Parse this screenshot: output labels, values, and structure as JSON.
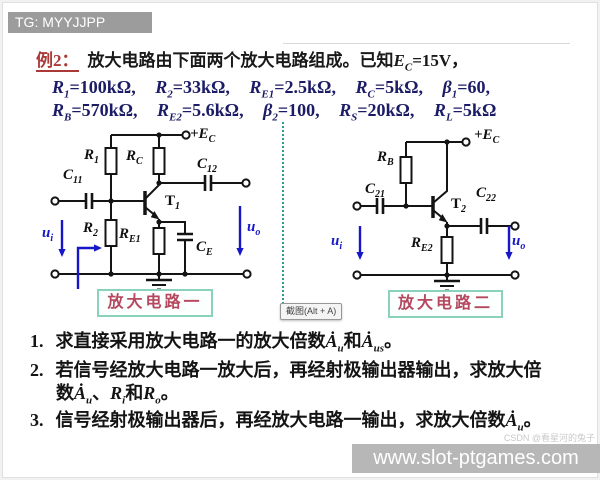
{
  "header": {
    "badge": "TG: MYYJJPP"
  },
  "title": {
    "label": "例2：",
    "text": "放大电路由下面两个放大电路组成。已知",
    "sym": "E",
    "sym_sub": "C",
    "value": "=15V，"
  },
  "params": {
    "line1": [
      {
        "sym": "R",
        "sub": "1",
        "val": "=100kΩ,"
      },
      {
        "sym": "R",
        "sub": "2",
        "val": "=33kΩ,"
      },
      {
        "sym": "R",
        "sub": "E1",
        "val": "=2.5kΩ,"
      },
      {
        "sym": "R",
        "sub": "C",
        "val": "=5kΩ,"
      },
      {
        "sym": "β",
        "sub": "1",
        "val": "=60,"
      }
    ],
    "line2": [
      {
        "sym": "R",
        "sub": "B",
        "val": "=570kΩ,"
      },
      {
        "sym": "R",
        "sub": "E2",
        "val": "=5.6kΩ,"
      },
      {
        "sym": "β",
        "sub": "2",
        "val": "=100,"
      },
      {
        "sym": "R",
        "sub": "S",
        "val": "=20kΩ,"
      },
      {
        "sym": "R",
        "sub": "L",
        "val": "=5kΩ"
      }
    ]
  },
  "circuit1": {
    "name": "放大电路一",
    "labels": {
      "ec": {
        "main": "+E",
        "sub": "C"
      },
      "r1": {
        "main": "R",
        "sub": "1"
      },
      "rc": {
        "main": "R",
        "sub": "C"
      },
      "c11": {
        "main": "C",
        "sub": "11"
      },
      "c12": {
        "main": "C",
        "sub": "12"
      },
      "t1": {
        "main": "T",
        "sub": "1"
      },
      "r2": {
        "main": "R",
        "sub": "2"
      },
      "re1": {
        "main": "R",
        "sub": "E1"
      },
      "ce": {
        "main": "C",
        "sub": "E"
      },
      "ui": {
        "main": "u",
        "sub": "i"
      },
      "uo": {
        "main": "u",
        "sub": "o"
      }
    }
  },
  "circuit2": {
    "name": "放大电路二",
    "labels": {
      "ec": {
        "main": "+E",
        "sub": "C"
      },
      "rb": {
        "main": "R",
        "sub": "B"
      },
      "c21": {
        "main": "C",
        "sub": "21"
      },
      "c22": {
        "main": "C",
        "sub": "22"
      },
      "t2": {
        "main": "T",
        "sub": "2"
      },
      "re2": {
        "main": "R",
        "sub": "E2"
      },
      "ui": {
        "main": "u",
        "sub": "i"
      },
      "uo": {
        "main": "u",
        "sub": "o"
      }
    }
  },
  "tooltip": {
    "text": "截图(Alt + A)"
  },
  "questions": {
    "q1": {
      "num": "1.",
      "t1": "求直接采用放大电路一的放大倍数",
      "a1": "Ȧ",
      "a1sub": "u",
      "t2": "和",
      "a2": "Ȧ",
      "a2sub": "us",
      "t3": "。"
    },
    "q2": {
      "num": "2.",
      "line1": "若信号经放大电路一放大后，再经射极输出器输出，求放大倍",
      "t2": "数",
      "a1": "Ȧ",
      "a1sub": "u",
      "t3": "、",
      "r1": "R",
      "r1sub": "i",
      "t4": "和",
      "r2": "R",
      "r2sub": "o",
      "t5": "。"
    },
    "q3": {
      "num": "3.",
      "t1": "信号经射极输出器后，再经放大电路一输出，求放大倍数",
      "a1": "Ȧ",
      "a1sub": "u",
      "t2": "。"
    }
  },
  "watermark": {
    "csdn": "CSDN @看星河的兔子",
    "banner": "www.slot-ptgames.com"
  },
  "colors": {
    "badge_bg": "#9c9c9c",
    "example_red": "#a93a38",
    "param_navy": "#1c1c66",
    "annotation_blue": "#1717c9",
    "box_border_teal": "#8bd2bd",
    "box_text_rose": "#b5485f",
    "divider_teal": "#2e9c86",
    "banner_gray": "#b7b7b7"
  }
}
